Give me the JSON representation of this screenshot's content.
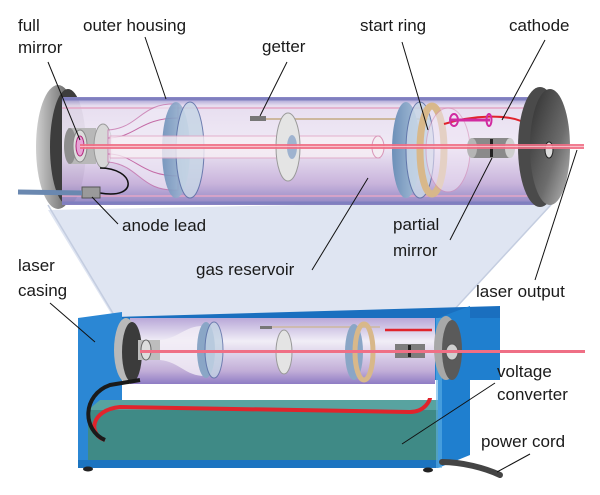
{
  "title": "Helium-neon laser tube components",
  "labels": {
    "full_mirror": [
      "full",
      "mirror"
    ],
    "outer_housing": "outer housing",
    "getter": "getter",
    "start_ring": "start ring",
    "cathode": "cathode",
    "anode_lead": "anode lead",
    "partial_mirror": [
      "partial",
      "mirror"
    ],
    "gas_reservoir": "gas reservoir",
    "laser_casing": [
      "laser",
      "casing"
    ],
    "laser_output": "laser output",
    "voltage_converter": [
      "voltage",
      "converter"
    ],
    "power_cord": "power cord"
  },
  "colors": {
    "tube_glass": "#c9b9dc",
    "tube_edge": "#7f7fbf",
    "beam": "#e8506a",
    "end_cap": "#6a6a6a",
    "projection": "#dde4f2",
    "casing_blue": "#1f7fcf",
    "casing_dark": "#135c9e",
    "converter_teal": "#3f8a86",
    "wire_red": "#e0242c",
    "wire_black": "#1a1a1a",
    "start_ring": "#d8b88a"
  }
}
